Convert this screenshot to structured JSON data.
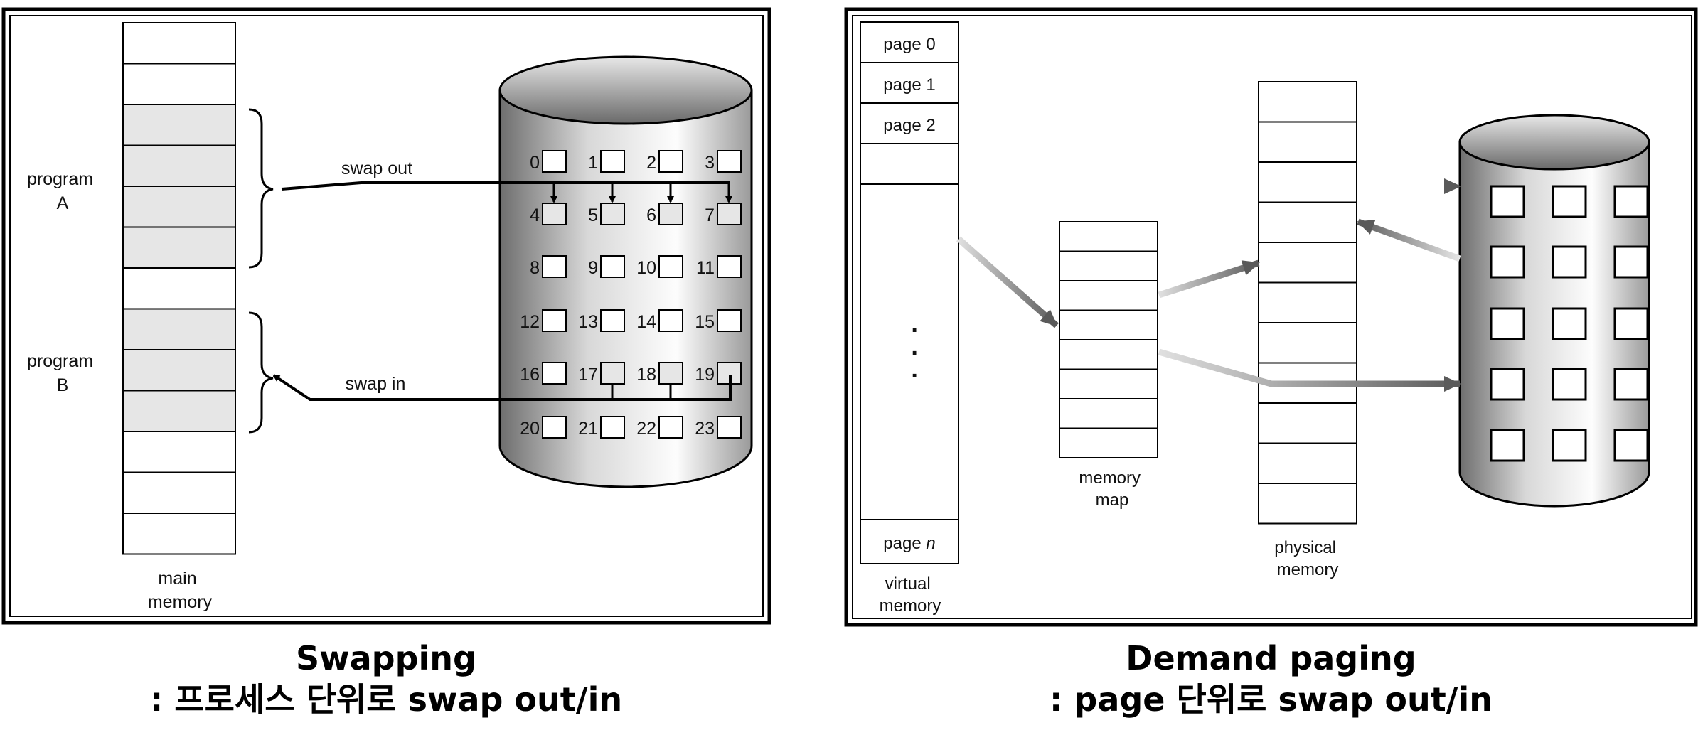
{
  "swapping": {
    "main_memory_label": [
      "main",
      "memory"
    ],
    "program_a_label": [
      "program",
      "A"
    ],
    "program_b_label": [
      "program",
      "B"
    ],
    "swap_out_label": "swap out",
    "swap_in_label": "swap in",
    "disk_block_numbers": [
      "0",
      "1",
      "2",
      "3",
      "4",
      "5",
      "6",
      "7",
      "8",
      "9",
      "10",
      "11",
      "12",
      "13",
      "14",
      "15",
      "16",
      "17",
      "18",
      "19",
      "20",
      "21",
      "22",
      "23"
    ],
    "caption_title": "Swapping",
    "caption_sub": ": 프로세스 단위로 swap out/in"
  },
  "paging": {
    "virtual_pages": [
      "page 0",
      "page 1",
      "page 2"
    ],
    "page_n_label": "page",
    "page_n_italic": "n",
    "ellipsis": "·",
    "virtual_memory_label": [
      "virtual",
      "memory"
    ],
    "memory_map_label": [
      "memory",
      "map"
    ],
    "physical_memory_label": [
      "physical",
      "memory"
    ],
    "caption_title": "Demand paging",
    "caption_sub": ": page 단위로 swap out/in"
  }
}
